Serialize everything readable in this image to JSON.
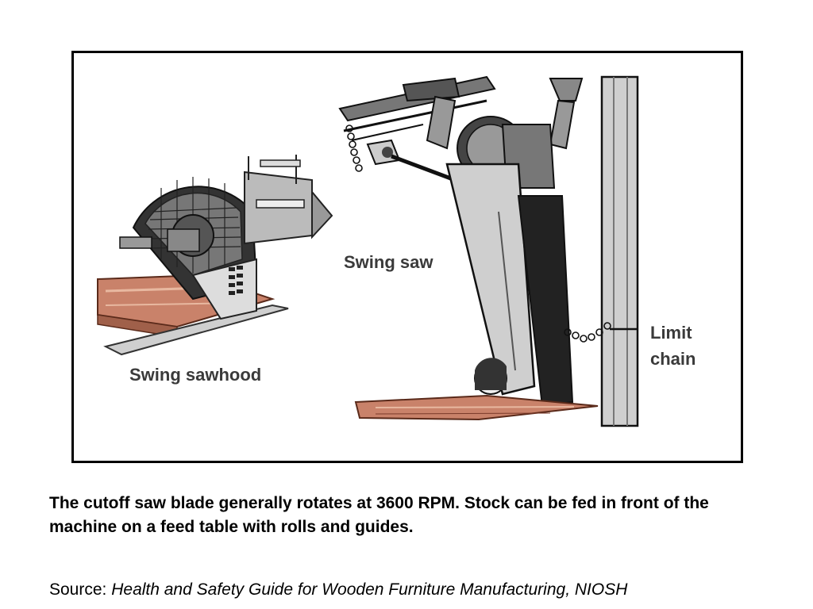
{
  "figure": {
    "labels": {
      "swing_saw": "Swing saw",
      "swing_sawhood": "Swing sawhood",
      "limit_chain_line1": "Limit",
      "limit_chain_line2": "chain"
    }
  },
  "caption": "The cutoff saw blade generally rotates at 3600 RPM. Stock can be fed in front of the machine on a feed table with rolls and guides.",
  "source": {
    "prefix": "Source: ",
    "title": "Health and Safety Guide for Wooden Furniture Manufacturing, NIOSH"
  }
}
